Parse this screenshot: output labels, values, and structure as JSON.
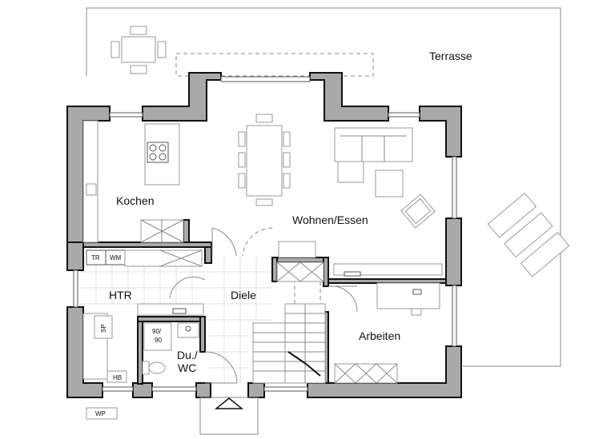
{
  "rooms": {
    "terrasse": "Terrasse",
    "kochen": "Kochen",
    "wohnen_essen": "Wohnen/Essen",
    "htr": "HTR",
    "diele": "Diele",
    "arbeiten": "Arbeiten",
    "du_wc_line1": "Du./",
    "du_wc_line2": "WC"
  },
  "fixtures": {
    "tr": "TR",
    "wm": "WM",
    "sp": "SP",
    "hb": "HB",
    "wp": "WP",
    "shower_line1": "90/",
    "shower_line2": "90"
  },
  "colors": {
    "wall_fill": "#a9a9a9",
    "outline": "#111111"
  }
}
